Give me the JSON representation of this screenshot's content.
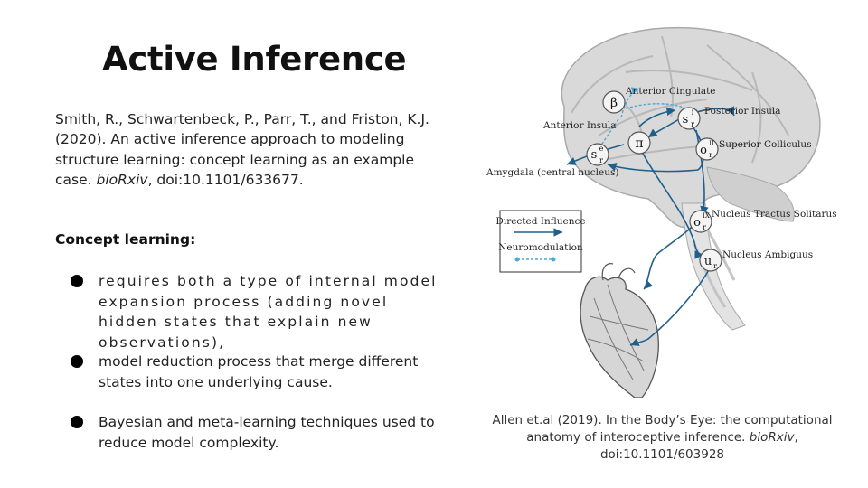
{
  "title": "Active Inference",
  "citation": {
    "authors_year": "Smith, R., Schwartenbeck, P., Parr, T., and Friston, K.J. (2020). An active inference approach to modeling structure learning: concept learning as an example case. ",
    "journal": "bioRxiv",
    "doi": ", doi:10.1101/633677."
  },
  "section_heading": "Concept learning:",
  "bullets": [
    {
      "lead": "requires both a type of internal model",
      "rest": "expansion process (adding novel hidden states that explain new observations),"
    },
    {
      "text": "model reduction process that merge different states into one underlying cause."
    },
    {
      "text": "Bayesian and meta-learning techniques used to reduce model complexity."
    }
  ],
  "figure": {
    "labels": {
      "anterior_cingulate": "Anterior Cingulate",
      "posterior_insula": "Posterior Insula",
      "anterior_insula": "Anterior Insula",
      "superior_colliculus": "Superior Colliculus",
      "amygdala": "Amygdala (central nucleus)",
      "nucleus_tractus": "Nucleus Tractus Solitarus",
      "nucleus_ambiguus": "Nucleus Ambiguus"
    },
    "nodes": {
      "beta": "β",
      "pi": "π",
      "s_e": "s",
      "s_e_sup": "e",
      "s_e_sub": "r",
      "s_i": "s",
      "s_i_sup": "i",
      "s_i_sub": "r",
      "o_ii": "o",
      "o_ii_sup": "II",
      "o_ii_sub": "r",
      "o_ix": "o",
      "o_ix_sup": "IX",
      "o_ix_sub": "r",
      "u": "u",
      "u_sub": "r"
    },
    "legend": {
      "directed": "Directed Influence",
      "neuromodulation": "Neuromodulation"
    },
    "colors": {
      "directed": "#1f5f8b",
      "neuromodulation": "#4aa9d8"
    }
  },
  "caption": {
    "text": "Allen et.al (2019). In the Body’s Eye: the computational anatomy of interoceptive inference. ",
    "journal": "bioRxiv",
    "doi": ", doi:10.1101/603928"
  }
}
